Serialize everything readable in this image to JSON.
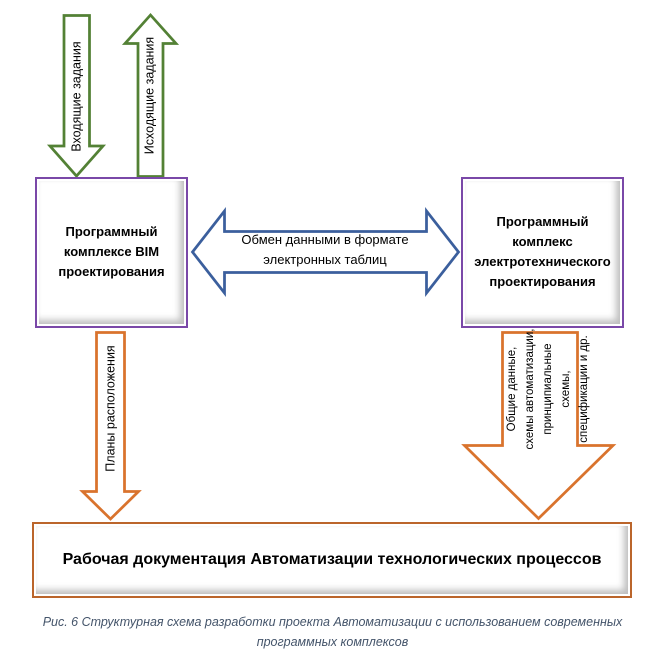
{
  "colors": {
    "green": "#538135",
    "purple": "#7A48A8",
    "blue": "#3B5F9D",
    "orange": "#D9732D",
    "orange-dark": "#BB652B",
    "caption": "#44546A"
  },
  "arrows": {
    "incoming": {
      "label": "Входящие задания"
    },
    "outgoing": {
      "label": "Исходящие задания"
    },
    "exchange": {
      "lines": [
        "Обмен данными в формате",
        "электронных таблиц"
      ]
    },
    "plans": {
      "label": "Планы расположения"
    },
    "outputs": {
      "lines": [
        "Общие данные,",
        "схемы автоматизации,",
        "принципиальные схемы,",
        "спецификации и др."
      ]
    }
  },
  "boxes": {
    "bim": {
      "lines": [
        "Программный",
        "комплексе BIM",
        "проектирования"
      ]
    },
    "electro": {
      "lines": [
        "Программный",
        "комплекс",
        "электротехнического",
        "проектирования"
      ]
    },
    "result": {
      "label": "Рабочая документация Автоматизации технологических процессов"
    }
  },
  "caption": {
    "lines": [
      "Рис. 6 Структурная схема разработки проекта Автоматизации с использованием современных",
      "программных комплексов"
    ]
  }
}
